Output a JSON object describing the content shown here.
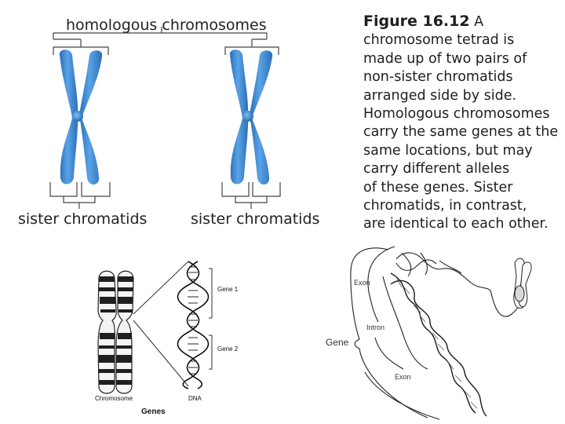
{
  "top_diagram": {
    "title": "homologous chromosomes",
    "left_label": "sister chromatids",
    "right_label": "sister chromatids",
    "chromatid_color": "#3f86cf"
  },
  "caption": {
    "figure_number": "Figure 16.12",
    "lines": [
      "A",
      "chromosome tetrad is",
      "made up of two pairs of",
      "non-sister chromatids",
      "arranged side by side.",
      "Homologous chromosomes",
      "carry the same genes at the",
      "same locations, but may",
      "carry different alleles",
      "of these genes. Sister",
      "chromatids, in contrast,",
      "are identical to each other."
    ]
  },
  "gene_diagram": {
    "chromosome_label": "Chromosome",
    "dna_label": "DNA",
    "gene1_label": "Gene 1",
    "gene2_label": "Gene 2",
    "footer_label": "Genes"
  },
  "exon_diagram": {
    "gene_label": "Gene",
    "exon_top": "Exon",
    "intron": "Intron",
    "exon_bottom": "Exon"
  }
}
